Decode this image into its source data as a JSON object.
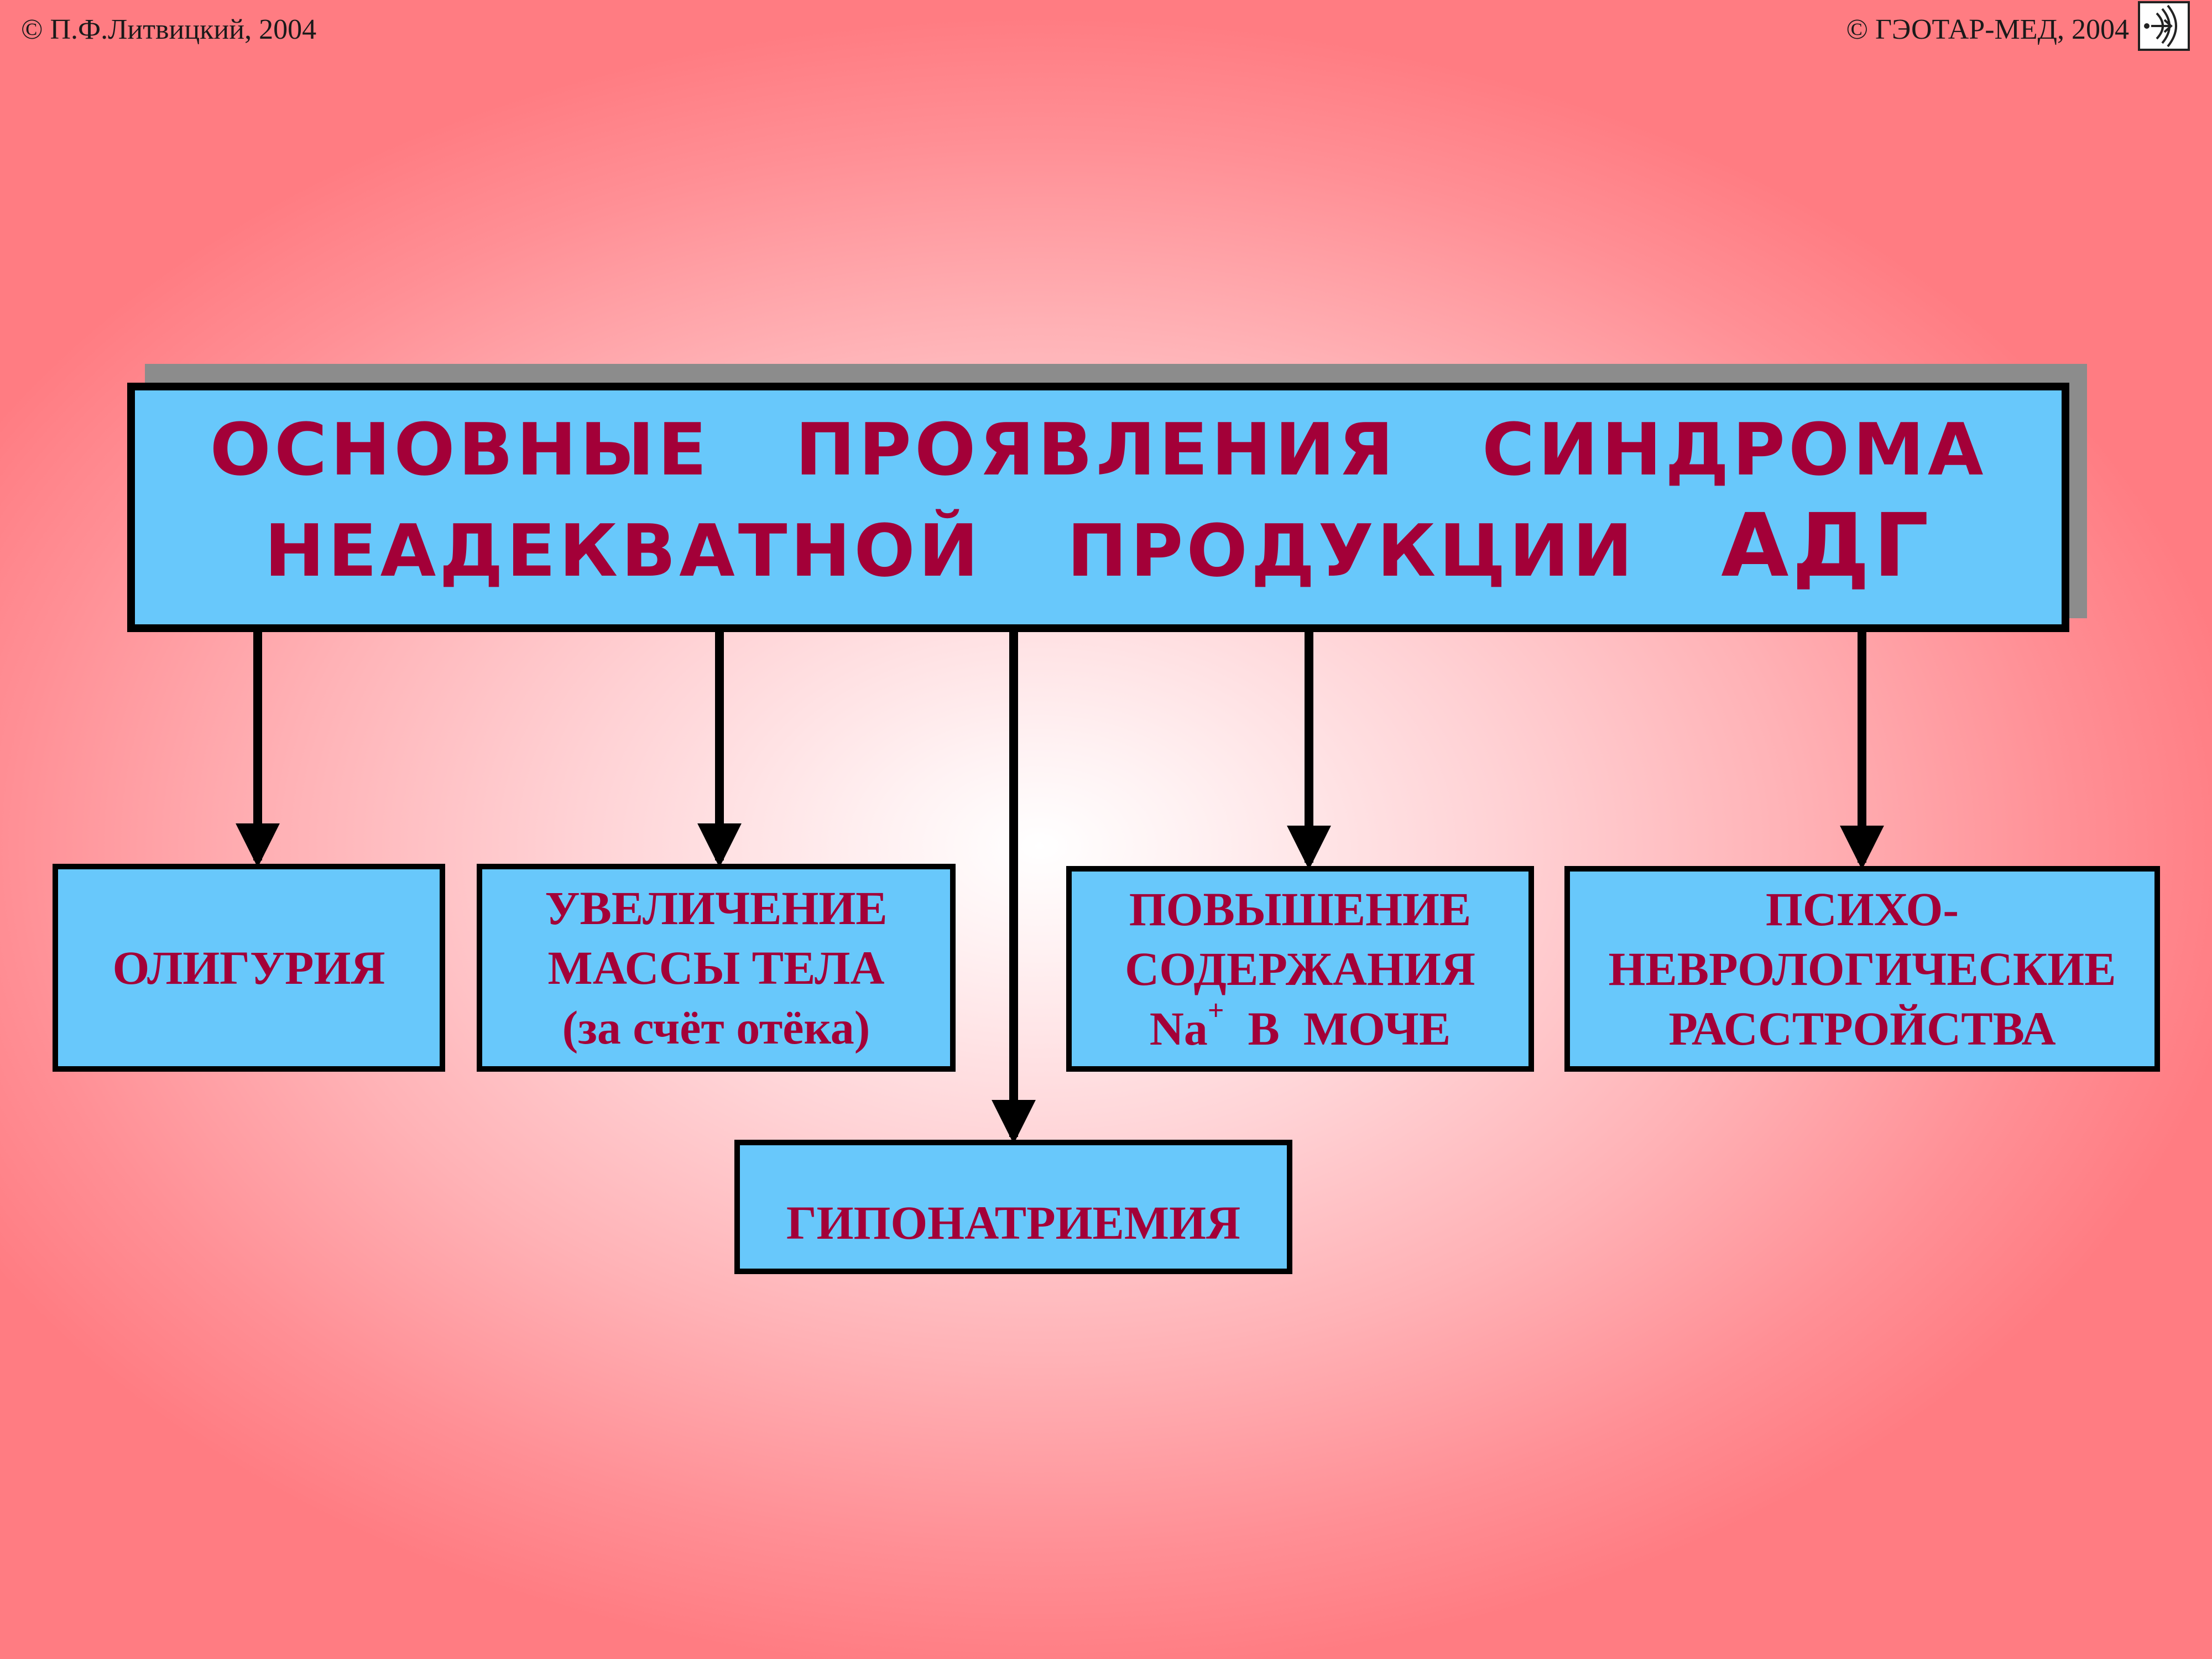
{
  "header": {
    "copyright_left": "© П.Ф.Литвицкий, 2004",
    "copyright_right": "© ГЭОТАР-МЕД, 2004",
    "logo_icon": "publisher-logo-icon"
  },
  "title": {
    "line1": "ОСНОВНЫЕ   ПРОЯВЛЕНИЯ   СИНДРОМА",
    "line2": "НЕАДЕКВАТНОЙ   ПРОДУКЦИИ   ",
    "line2_emphasis": "АДГ"
  },
  "nodes": {
    "oliguria": "ОЛИГУРИЯ",
    "weight": [
      "УВЕЛИЧЕНИЕ",
      "МАССЫ ТЕЛА",
      "(за счёт отёка)"
    ],
    "sodium": {
      "line1": "ПОВЫШЕНИЕ",
      "line2": "СОДЕРЖАНИЯ",
      "na": "Na",
      "na_sup": "+",
      "line3_rest": "  В  МОЧЕ"
    },
    "psycho": [
      "ПСИХО-",
      "НЕВРОЛОГИЧЕСКИЕ",
      "РАССТРОЙСТВА"
    ],
    "hyponatremia": "ГИПОНАТРИЕМИЯ"
  },
  "colors": {
    "background": "#ff7c82",
    "box_fill": "#68c8fb",
    "text": "#a30038",
    "border": "#000000",
    "shadow": "#8c8c8c"
  }
}
